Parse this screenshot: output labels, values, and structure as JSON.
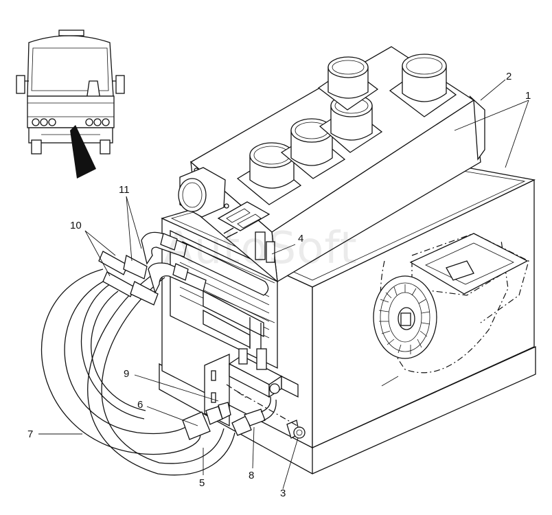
{
  "watermark": "AutoSoft",
  "callouts": [
    {
      "id": "1",
      "text": "1"
    },
    {
      "id": "2",
      "text": "2"
    },
    {
      "id": "3",
      "text": "3"
    },
    {
      "id": "4",
      "text": "4"
    },
    {
      "id": "5",
      "text": "5"
    },
    {
      "id": "6",
      "text": "6"
    },
    {
      "id": "7",
      "text": "7"
    },
    {
      "id": "8",
      "text": "8"
    },
    {
      "id": "9",
      "text": "9"
    },
    {
      "id": "10",
      "text": "10"
    },
    {
      "id": "11",
      "text": "11"
    }
  ]
}
